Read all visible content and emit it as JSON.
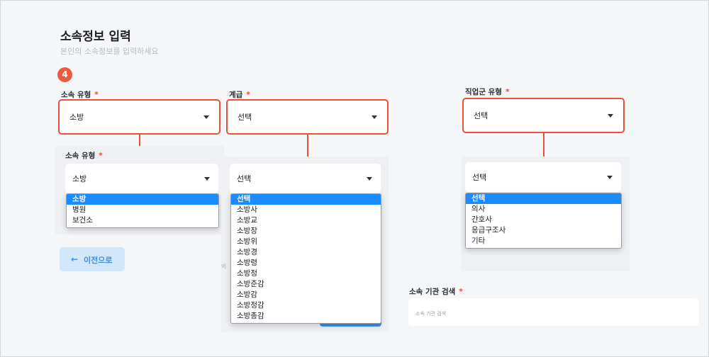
{
  "header": {
    "title": "소속정보 입력",
    "subtitle": "본인의 소속정보를 입력하세요"
  },
  "step_badge": "4",
  "affiliation_type": {
    "label": "소속 유형",
    "required_mark": "*",
    "value": "소방"
  },
  "affiliation_type_open": {
    "label": "소속 유형",
    "required_mark": "*",
    "value": "소방",
    "options": [
      "소방",
      "병원",
      "보건소"
    ],
    "selected": "소방"
  },
  "rank": {
    "label": "계급",
    "required_mark": "*",
    "value": "선택"
  },
  "rank_open": {
    "value": "선택",
    "options": [
      "선택",
      "소방사",
      "소방교",
      "소방장",
      "소방위",
      "소방경",
      "소방령",
      "소방정",
      "소방준감",
      "소방감",
      "소방정감",
      "소방총감"
    ],
    "selected": "선택"
  },
  "job_type": {
    "label": "직업군 유형",
    "required_mark": "*",
    "value": "선택"
  },
  "job_type_open": {
    "value": "선택",
    "options": [
      "선택",
      "의사",
      "간호사",
      "응급구조사",
      "기타"
    ],
    "selected": "선택"
  },
  "back_button": {
    "icon": "arrow-left-icon",
    "label": "이전으로"
  },
  "org_search": {
    "label": "소속 기관 검색",
    "required_mark": "*",
    "placeholder": "소속 기관 검색"
  },
  "faded_fragment": "벽",
  "colors": {
    "accent": "#1a8cff",
    "highlight": "#e8503a",
    "badge": "#f05a3c",
    "required": "#f04438"
  }
}
